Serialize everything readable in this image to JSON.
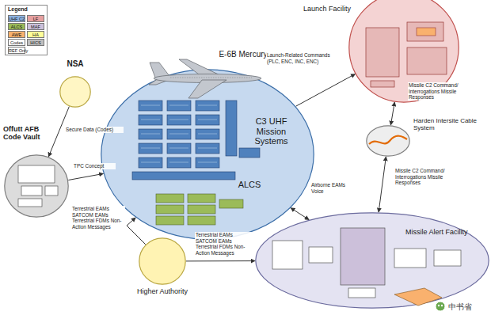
{
  "diagram": {
    "nodes": [
      {
        "text": [
          "NSA"
        ]
      },
      {
        "text": [
          "Offutt AFB Code Vault"
        ]
      },
      {
        "text": [
          "E-6B Mercury",
          "C3 UHF Mission Systems",
          "ALCS"
        ]
      },
      {
        "text": [
          "Launch Facility"
        ]
      },
      {
        "text": [
          "Harden Intersite Cable System"
        ]
      },
      {
        "text": [
          "Missile Alert Facility"
        ]
      },
      {
        "text": [
          "Higher Authority"
        ]
      }
    ],
    "edges": [
      {
        "from": 0,
        "to": 1,
        "label": "Secure Data (Codes)",
        "arrow": "to"
      },
      {
        "from": 2,
        "to": 3,
        "label": "Launch-Related Commands (PLC, ENC, INC, ENC)",
        "arrow": "to"
      },
      {
        "from": 3,
        "to": 4,
        "label": "Missile C2 Command/ Interrogations Missile Responses",
        "arrow": "both"
      },
      {
        "from": 4,
        "to": 5,
        "label": "Missile C2 Command/ Interrogations Missile Responses",
        "arrow": "both"
      },
      {
        "from": 2,
        "to": 5,
        "label": "Airborne EAMs Voice",
        "arrow": "both"
      },
      {
        "from": 1,
        "to": 2,
        "label": "TPC Concept",
        "arrow": "to"
      },
      {
        "from": 6,
        "to": 2,
        "label": "Terrestrial EAMs SATCOM EAMs Terrestrial FDMs Non-Action Messages",
        "arrow": "to"
      },
      {
        "from": 6,
        "to": 5,
        "label": "Terrestrial EAMs SATCOM EAMs Terrestrial FDMs Non-Action Messages",
        "arrow": "to"
      }
    ],
    "labels": [
      "Legend",
      "中书省"
    ],
    "legend": [
      {
        "text": "UHF C2",
        "color": "#8db3e2"
      },
      {
        "text": "LF",
        "color": "#e6a0a0"
      },
      {
        "text": "ALCS",
        "color": "#9bbb59"
      },
      {
        "text": "MAF",
        "color": "#ccc0da"
      },
      {
        "text": "AWE",
        "color": "#f9b16e"
      },
      {
        "text": "HA",
        "color": "#ffff99"
      },
      {
        "text": "Codes",
        "color": "#ffffff"
      },
      {
        "text": "HICS",
        "color": "#bfbfbf"
      },
      {
        "text": "REF Only",
        "color": "#ffffff"
      }
    ]
  }
}
